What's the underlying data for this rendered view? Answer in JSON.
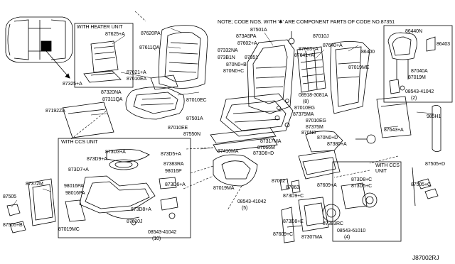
{
  "note": "NOTE; CODE NOS. WITH '✱' ARE COMPONENT PARTS OF CODE NO.87351",
  "diagram_ref": "J87002RJ",
  "boxes": {
    "heater": "WITH HEATER UNIT",
    "ccs_left": "WITH CCS UNIT",
    "ccs_right": "WITH CCS UNIT"
  },
  "labels": {
    "p87625a": "87625+A",
    "p87620pa": "87620PA",
    "p87611qa": "87611QA",
    "p87325a": "87325+A",
    "p87021a": "87021+A",
    "p87010ea": "87010EA",
    "p87320na": "87320NA",
    "p87311qa": "87311QA",
    "p87010ec": "87010EC",
    "p87192za": "87192ZA",
    "p87501a": "87501A",
    "p87a5pa": "873A5PA",
    "p87602a": "87602+A",
    "p87332na": "87332NA",
    "p87381n": "873B1N",
    "p870nob": "870N0+B",
    "p870noc": "870N0+C",
    "p87351": "87351",
    "p87010j": "87010J",
    "p87603a": "87603+A",
    "p87641a": "87641+A",
    "p87640a": "87640+A",
    "p86400": "86400",
    "p87019me": "87019ME",
    "p86440n": "86440N",
    "p86403": "86403",
    "p87040a": "87040A",
    "p87019m": "87019M",
    "p08543_2": "08543-41042",
    "q2": "(2)",
    "p08918": "08918-3081A",
    "q8": "(8)",
    "p87010eg": "87010EG",
    "p87375ma": "87375MA",
    "p87010eg2": "87010EG",
    "p87375m": "87375M",
    "p87501a2": "87501A",
    "p87010ee": "87010EE",
    "p87550n": "87550N",
    "p87643a": "87643+A",
    "p985h1": "985H1",
    "p870no": "870N0",
    "p870nod": "870N0+D",
    "p87317ma": "87317MA",
    "p87380a": "87380+A",
    "p87066m": "87066M",
    "p87410ma": "87410MA",
    "p87308d": "873D8+D",
    "p87062": "87062",
    "p87063": "87063",
    "p87019ma": "87019MA",
    "p87609a": "87609+A",
    "p87303a": "873D3+A",
    "p87305a": "873D5+A",
    "p87309a": "873D9+A",
    "p87383ra": "87383RA",
    "p87307a": "873D7+A",
    "p98016p": "98016P",
    "p98016pa": "98016PA",
    "p98016pa2": "98016PA",
    "p87306a": "873D6+A",
    "p87372m": "87372M",
    "p87505": "87505",
    "p87505b": "87505+B",
    "p87308a": "873D8+A",
    "p87019mc": "87019MC",
    "p87010j2": "87010J",
    "p08543_10": "08543-41042",
    "q10": "(10)",
    "p87505d": "87505+D",
    "p87505c": "87505+C",
    "p87308c": "873D8+C",
    "p87305c": "873D5+C",
    "p08543_5": "08543-41042",
    "q5": "(5)",
    "p87309c": "873D9+C",
    "p87308e": "873D8+E",
    "p87383rc": "87383RC",
    "p87609c": "87609+C",
    "p87307ma": "87307MA",
    "p08543_61010": "08543-61010",
    "q4": "(4)"
  }
}
